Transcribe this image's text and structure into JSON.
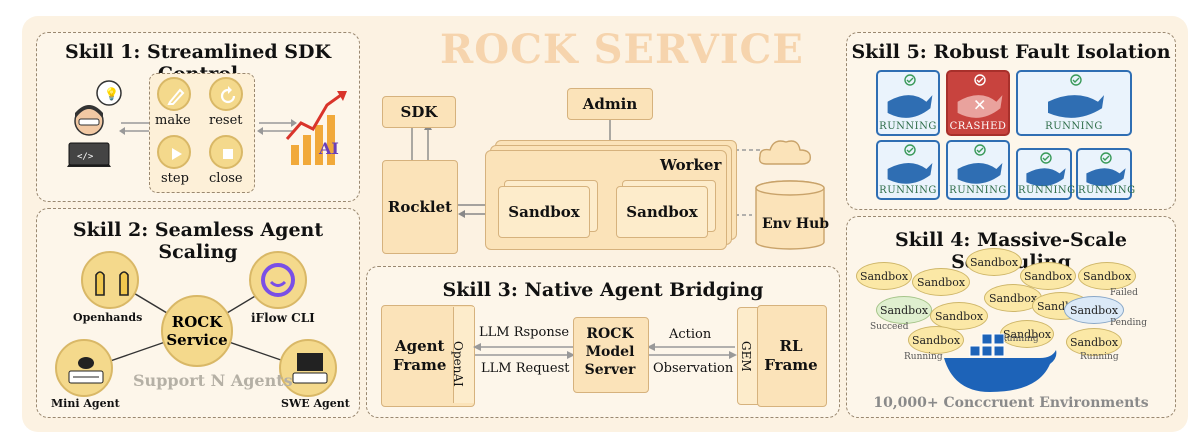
{
  "title": "ROCK SERVICE",
  "skill1": {
    "title": "Skill 1: Streamlined SDK Control",
    "make": "make",
    "reset": "reset",
    "step": "step",
    "close": "close",
    "ai": "AI"
  },
  "skill2": {
    "title": "Skill 2: Seamless Agent Scaling",
    "center_line1": "ROCK",
    "center_line2": "Service",
    "openhands": "Openhands",
    "iflow": "iFlow CLI",
    "mini": "Mini Agent",
    "swe": "SWE Agent",
    "support": "Support N Agents"
  },
  "center": {
    "sdk": "SDK",
    "admin": "Admin",
    "worker": "Worker",
    "rocklet": "Rocklet",
    "sandbox1": "Sandbox",
    "sandbox2": "Sandbox",
    "envhub": "Env Hub"
  },
  "skill3": {
    "title": "Skill 3: Native Agent Bridging",
    "agent_frame_l1": "Agent",
    "agent_frame_l2": "Frame",
    "openai": "OpenAI",
    "llm_response": "LLM Rsponse",
    "llm_request": "LLM Request",
    "model_l1": "ROCK",
    "model_l2": "Model",
    "model_l3": "Server",
    "action": "Action",
    "observation": "Observation",
    "gem": "GEM",
    "rl_l1": "RL",
    "rl_l2": "Frame"
  },
  "skill5": {
    "title": "Skill 5: Robust Fault Isolation",
    "running": "RUNNING",
    "crashed": "CRASHED"
  },
  "skill4": {
    "title": "Skill 4: Massive-Scale Scheduling",
    "sandbox": "Sandbox",
    "footer": "10,000+ Conccruent  Environments",
    "status_failed": "Failed",
    "status_succeed": "Succeed",
    "status_running": "Running",
    "status_pending": "Pending"
  },
  "colors": {
    "panel_bg": "#fdf6ea",
    "box_fill": "#fbe3b9",
    "whale_blue": "#2f6eb3",
    "crash_red": "#c8433e",
    "title_watermark": "#f6d4ad"
  }
}
